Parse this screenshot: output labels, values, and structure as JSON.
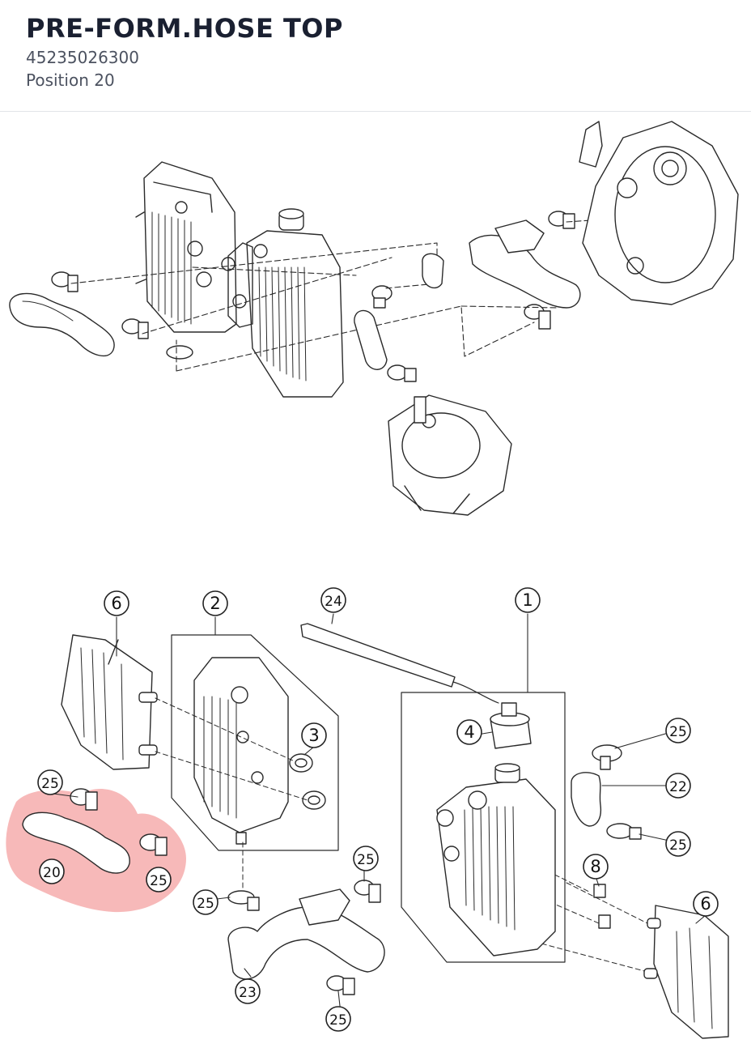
{
  "header": {
    "title": "PRE-FORM.HOSE TOP",
    "part_number": "45235026300",
    "position": "Position 20"
  },
  "diagram": {
    "highlight_color": "#f28b8b",
    "callouts": [
      {
        "id": "c6a",
        "label": "6"
      },
      {
        "id": "c2",
        "label": "2"
      },
      {
        "id": "c24",
        "label": "24"
      },
      {
        "id": "c1",
        "label": "1"
      },
      {
        "id": "c3",
        "label": "3"
      },
      {
        "id": "c4",
        "label": "4"
      },
      {
        "id": "c25a",
        "label": "25"
      },
      {
        "id": "c20",
        "label": "20"
      },
      {
        "id": "c25b",
        "label": "25"
      },
      {
        "id": "c25c",
        "label": "25"
      },
      {
        "id": "c22",
        "label": "22"
      },
      {
        "id": "c25d",
        "label": "25"
      },
      {
        "id": "c25e",
        "label": "25"
      },
      {
        "id": "c8",
        "label": "8"
      },
      {
        "id": "c25f",
        "label": "25"
      },
      {
        "id": "c6b",
        "label": "6"
      },
      {
        "id": "c23",
        "label": "23"
      },
      {
        "id": "c25g",
        "label": "25"
      }
    ]
  }
}
